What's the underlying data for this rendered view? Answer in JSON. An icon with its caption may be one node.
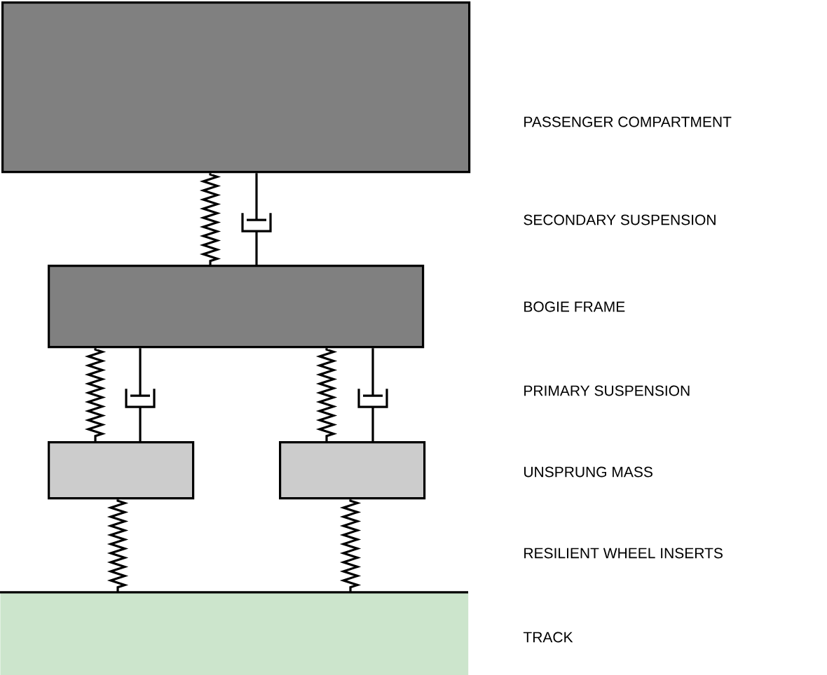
{
  "diagram": {
    "nodes": [
      {
        "text": [],
        "shape": "box"
      },
      {
        "text": [],
        "shape": "box"
      },
      {
        "text": [],
        "shape": "box"
      },
      {
        "text": [],
        "shape": "box"
      },
      {
        "text": [],
        "shape": "box"
      }
    ],
    "edges": [
      {
        "from": 0,
        "to": 1,
        "arrow": "none"
      },
      {
        "from": 0,
        "to": 1,
        "arrow": "none"
      },
      {
        "from": 1,
        "to": 2,
        "arrow": "none"
      },
      {
        "from": 1,
        "to": 2,
        "arrow": "none"
      },
      {
        "from": 1,
        "to": 3,
        "arrow": "none"
      },
      {
        "from": 1,
        "to": 3,
        "arrow": "none"
      },
      {
        "from": 2,
        "to": 4,
        "arrow": "none"
      },
      {
        "from": 3,
        "to": 4,
        "arrow": "none"
      }
    ],
    "labels": [
      "PASSENGER COMPARTMENT",
      "SECONDARY SUSPENSION",
      "BOGIE FRAME",
      "PRIMARY SUSPENSION",
      "UNSPRUNG MASS",
      "RESILIENT WHEEL INSERTS",
      "TRACK"
    ]
  }
}
